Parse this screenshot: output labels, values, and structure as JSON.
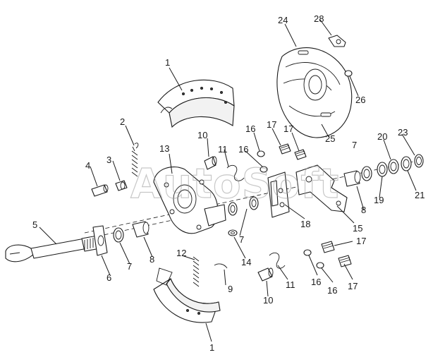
{
  "watermark": "AutoSoft",
  "callouts": {
    "c1_top": "1",
    "c1_bottom": "1",
    "c2": "2",
    "c3": "3",
    "c4": "4",
    "c5": "5",
    "c6": "6",
    "c7_left": "7",
    "c7_mid": "7",
    "c7_right": "7",
    "c8_left": "8",
    "c8_right": "8",
    "c9": "9",
    "c10_top": "10",
    "c10_bottom": "10",
    "c11_top": "11",
    "c11_bottom": "11",
    "c12": "12",
    "c13": "13",
    "c14": "14",
    "c15": "15",
    "c16_a": "16",
    "c16_b": "16",
    "c16_c": "16",
    "c16_d": "16",
    "c17_a": "17",
    "c17_b": "17",
    "c17_c": "17",
    "c17_d": "17",
    "c18": "18",
    "c19": "19",
    "c20": "20",
    "c21": "21",
    "c23": "23",
    "c24": "24",
    "c25": "25",
    "c26": "26",
    "c28": "28"
  }
}
